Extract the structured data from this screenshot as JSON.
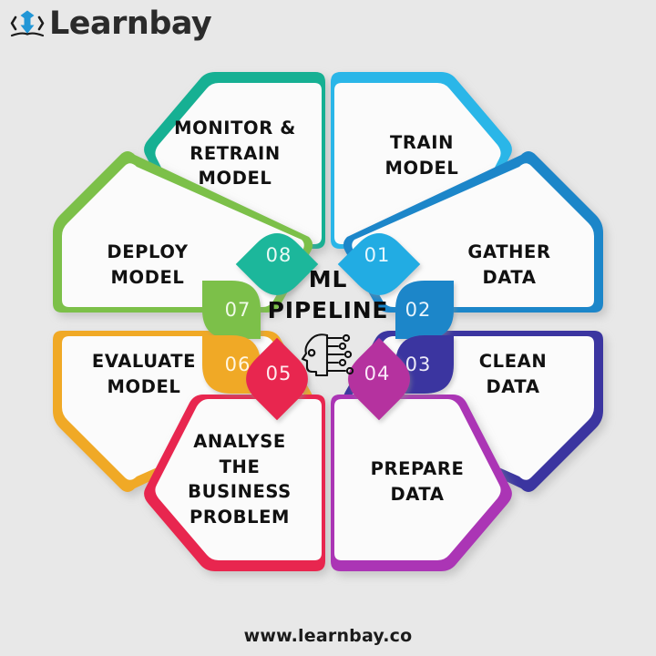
{
  "background_color": "#e8e8e8",
  "header": {
    "brand": "Learnbay",
    "logo_icon": "learnbay-arrow-logo-icon",
    "logo_color": "#2196d6",
    "wordmark_color": "#2b2b2b"
  },
  "center": {
    "title_line1": "ML",
    "title_line2": "PIPELINE",
    "icon": "ai-head-circuit-icon"
  },
  "diagram": {
    "type": "cycle-petal-wheel",
    "step_count": 8,
    "steps": [
      {
        "number": "01",
        "label": "TRAIN\nMODEL",
        "label_lines": [
          "TRAIN",
          "MODEL"
        ],
        "color": "#29b6e8",
        "badge_color": "#21ace3",
        "position": "top-right"
      },
      {
        "number": "02",
        "label": "GATHER\nDATA",
        "label_lines": [
          "GATHER",
          "DATA"
        ],
        "color": "#1b86c9",
        "badge_color": "#1b86c9",
        "position": "right-upper"
      },
      {
        "number": "03",
        "label": "CLEAN\nDATA",
        "label_lines": [
          "CLEAN",
          "DATA"
        ],
        "color": "#3b36a0",
        "badge_color": "#3b36a0",
        "position": "right-lower"
      },
      {
        "number": "04",
        "label": "PREPARE\nDATA",
        "label_lines": [
          "PREPARE",
          "DATA"
        ],
        "color": "#ab36b5",
        "badge_color": "#b5309f",
        "position": "bottom-right"
      },
      {
        "number": "05",
        "label": "ANALYSE\nTHE\nBUSINESS\nPROBLEM",
        "label_lines": [
          "ANALYSE",
          "THE",
          "BUSINESS",
          "PROBLEM"
        ],
        "color": "#e8284f",
        "badge_color": "#e8284f",
        "position": "bottom-left"
      },
      {
        "number": "06",
        "label": "EVALUATE\nMODEL",
        "label_lines": [
          "EVALUATE",
          "MODEL"
        ],
        "color": "#f0a927",
        "badge_color": "#f0a927",
        "position": "left-lower"
      },
      {
        "number": "07",
        "label": "DEPLOY\nMODEL",
        "label_lines": [
          "DEPLOY",
          "MODEL"
        ],
        "color": "#7cc04a",
        "badge_color": "#7cc04a",
        "position": "left-upper"
      },
      {
        "number": "08",
        "label": "MONITOR &\nRETRAIN\nMODEL",
        "label_lines": [
          "MONITOR &",
          "RETRAIN",
          "MODEL"
        ],
        "color": "#16b093",
        "badge_color": "#1bb79b",
        "position": "top-left"
      }
    ]
  },
  "footer": {
    "website": "www.learnbay.co"
  }
}
